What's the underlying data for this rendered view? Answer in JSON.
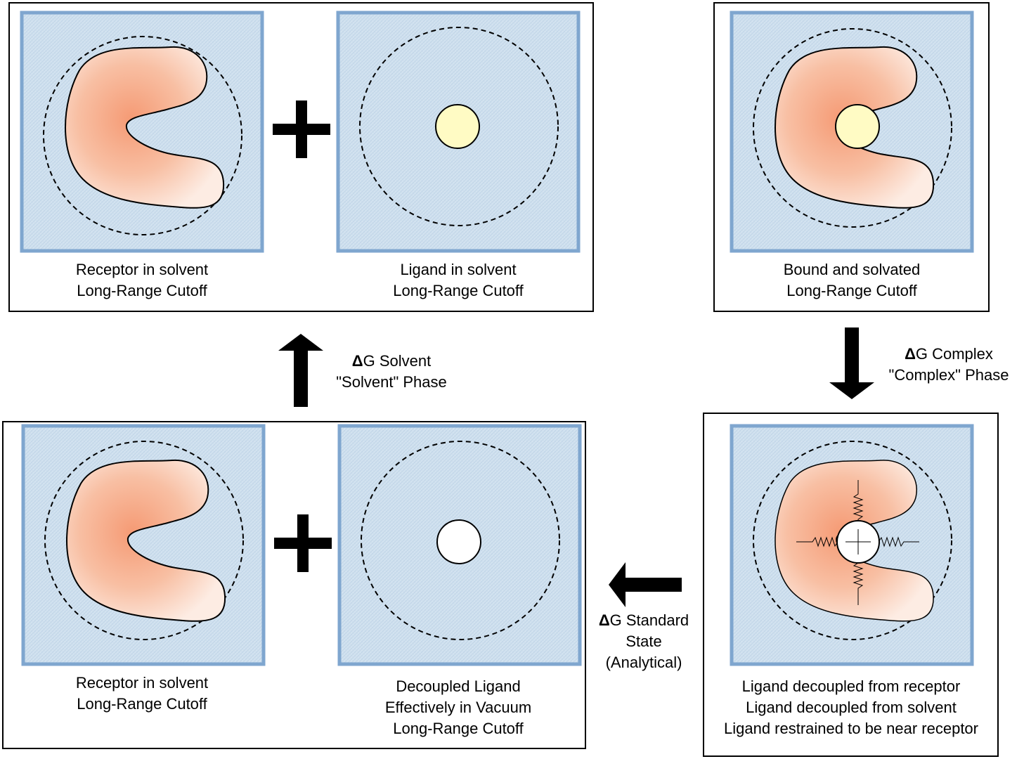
{
  "panels": {
    "receptor_top": {
      "caption": [
        "Receptor in solvent",
        "Long-Range Cutoff"
      ]
    },
    "ligand_top": {
      "caption": [
        "Ligand in solvent",
        "Long-Range Cutoff"
      ]
    },
    "complex_top": {
      "caption": [
        "Bound and solvated",
        "Long-Range Cutoff"
      ]
    },
    "receptor_bottom": {
      "caption": [
        "Receptor in solvent",
        "Long-Range Cutoff"
      ]
    },
    "ligand_bottom": {
      "caption": [
        "Decoupled Ligand",
        "Effectively in Vacuum",
        "Long-Range Cutoff"
      ]
    },
    "complex_bottom": {
      "caption": [
        "Ligand decoupled from receptor",
        "Ligand decoupled from solvent",
        "Ligand restrained to be near receptor"
      ]
    }
  },
  "arrows": {
    "solvent": {
      "delta": "Δ",
      "line1": "G Solvent",
      "line2": "\"Solvent\" Phase"
    },
    "complex": {
      "delta": "Δ",
      "line1": "G Complex",
      "line2": "\"Complex\" Phase"
    },
    "standard": {
      "delta": "Δ",
      "line1": "G Standard",
      "line2": "State",
      "line3": "(Analytical)"
    }
  },
  "colors": {
    "solvent_fill": "#cfe0ee",
    "solvent_border": "#7fa6cf",
    "receptor_center": "#f6a27e",
    "receptor_edge": "#fde8de",
    "ligand_solvated": "#fffbc4",
    "ligand_decoupled": "#ffffff"
  }
}
